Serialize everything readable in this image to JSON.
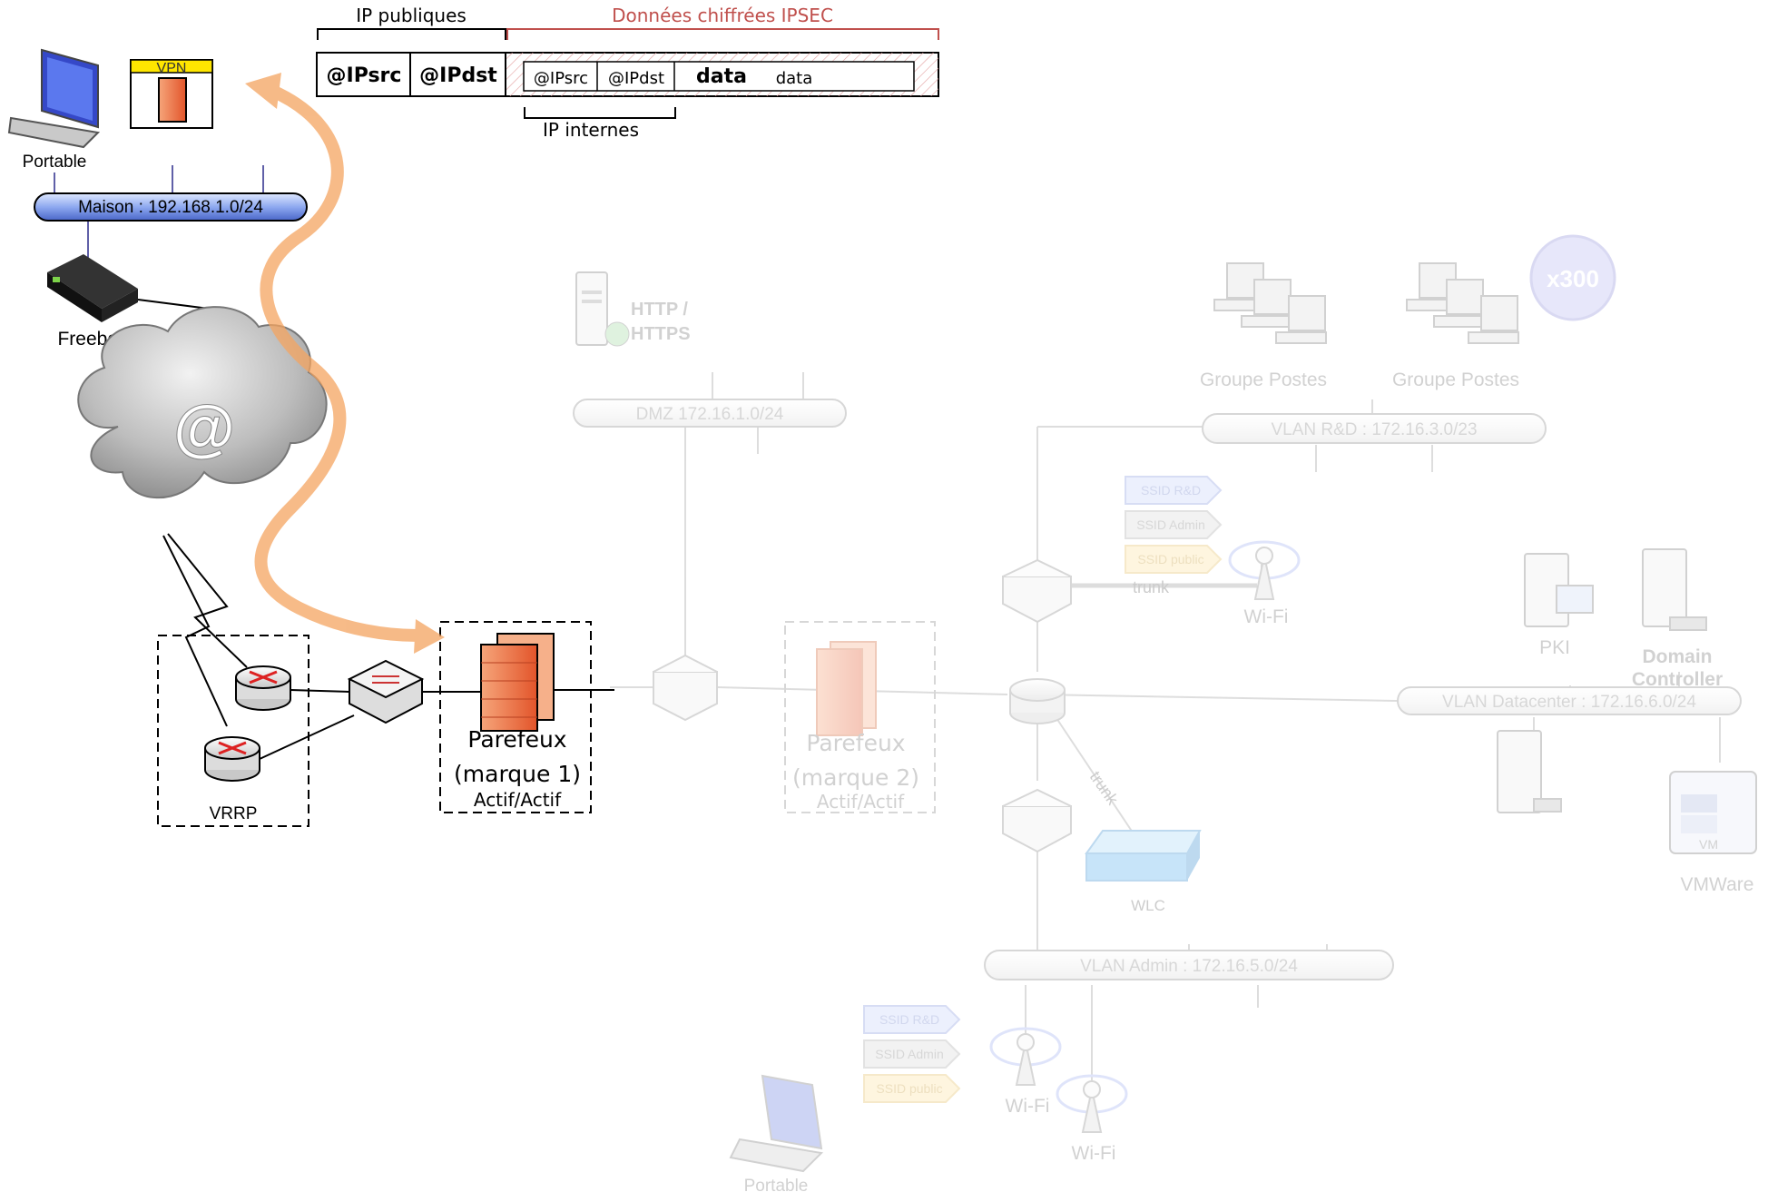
{
  "packet": {
    "ip_publiques": "IP publiques",
    "donnees_chiffrees": "Données chiffrées IPSEC",
    "outer_src": "@IPsrc",
    "outer_dst": "@IPdst",
    "inner_src": "@IPsrc",
    "inner_dst": "@IPdst",
    "data_bold": "data",
    "data_plain": "data",
    "ip_internes": "IP internes"
  },
  "home": {
    "portable_label": "Portable",
    "vpn_label": "VPN",
    "network_label": "Maison : 192.168.1.0/24",
    "freebox_label": "Freebox",
    "internet_symbol": "@"
  },
  "edge": {
    "vrrp_label": "VRRP",
    "firewall1_line1": "Parefeux",
    "firewall1_line2": "(marque 1)",
    "firewall1_mode": "Actif/Actif",
    "firewall2_line1": "Parefeux",
    "firewall2_line2": "(marque 2)",
    "firewall2_mode": "Actif/Actif"
  },
  "dmz": {
    "server_label_1": "HTTP /",
    "server_label_2": "HTTPS",
    "network_label": "DMZ 172.16.1.0/24"
  },
  "rd": {
    "group1_label": "Groupe Postes",
    "group2_label": "Groupe Postes",
    "count_badge": "x300",
    "network_label": "VLAN R&D : 172.16.3.0/23"
  },
  "wifi_top": {
    "ssid_rd": "SSID R&D",
    "ssid_admin": "SSID Admin",
    "ssid_public": "SSID public",
    "trunk_label": "trunk",
    "ap_label": "Wi-Fi"
  },
  "datacenter": {
    "pki_label": "PKI",
    "dc_label_1": "Domain",
    "dc_label_2": "Controller",
    "network_label": "VLAN Datacenter : 172.16.6.0/24",
    "vmware_label": "VMWare",
    "vm_tag": "VM"
  },
  "core": {
    "trunk_label": "trunk",
    "wlc_label": "WLC"
  },
  "admin": {
    "network_label": "VLAN Admin : 172.16.5.0/24",
    "ssid_rd": "SSID R&D",
    "ssid_admin": "SSID Admin",
    "ssid_public": "SSID public",
    "ap1_label": "Wi-Fi",
    "ap2_label": "Wi-Fi",
    "portable_label": "Portable"
  },
  "colors": {
    "tunnel_arrow": "#f4a460",
    "ipsec_red": "#c0504d",
    "firewall_orange": "#e8703a",
    "home_bus_blue": "#8ea9f0"
  }
}
